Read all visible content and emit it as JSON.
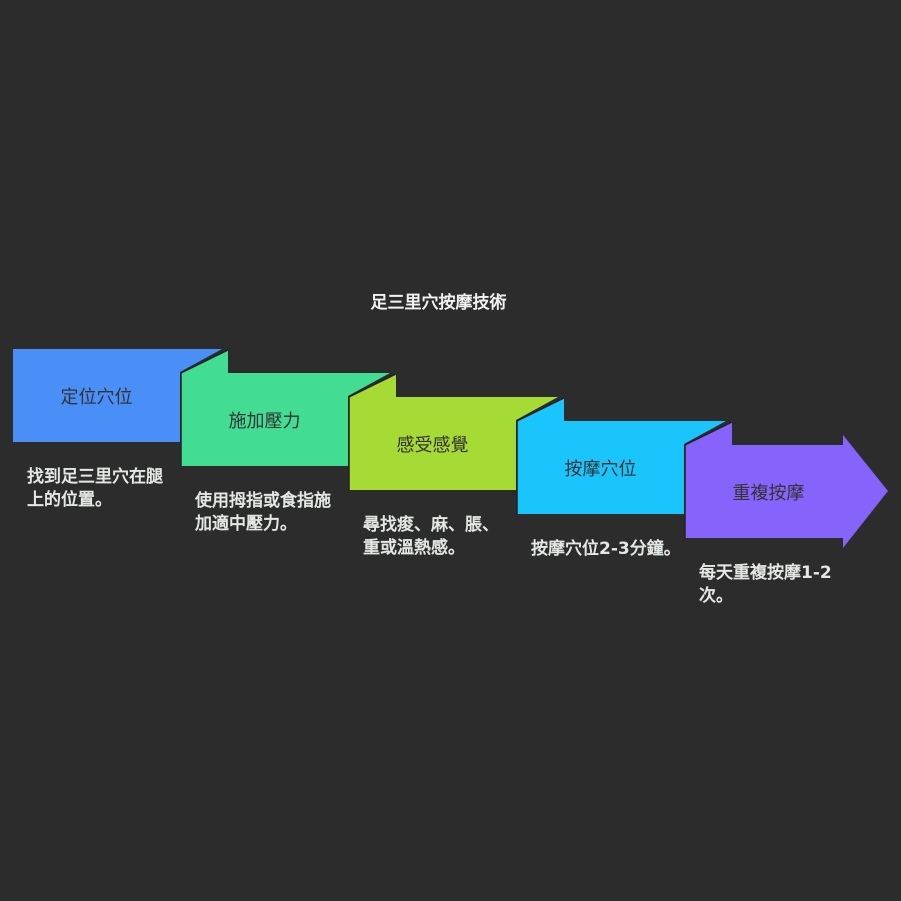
{
  "title": "足三里穴按摩技術",
  "steps": [
    {
      "label": "定位穴位",
      "description": "找到足三里穴在腿上的位置。",
      "color": "#4a8ef8"
    },
    {
      "label": "施加壓力",
      "description": "使用拇指或食指施加適中壓力。",
      "color": "#42dc93"
    },
    {
      "label": "感受感覺",
      "description": "尋找痠、麻、脹、重或溫熱感。",
      "color": "#a6da35"
    },
    {
      "label": "按摩穴位",
      "description": "按摩穴位2-3分鐘。",
      "color": "#1ac4fd"
    },
    {
      "label": "重複按摩",
      "description": "每天重複按摩1-2次。",
      "color": "#8663fa"
    }
  ]
}
